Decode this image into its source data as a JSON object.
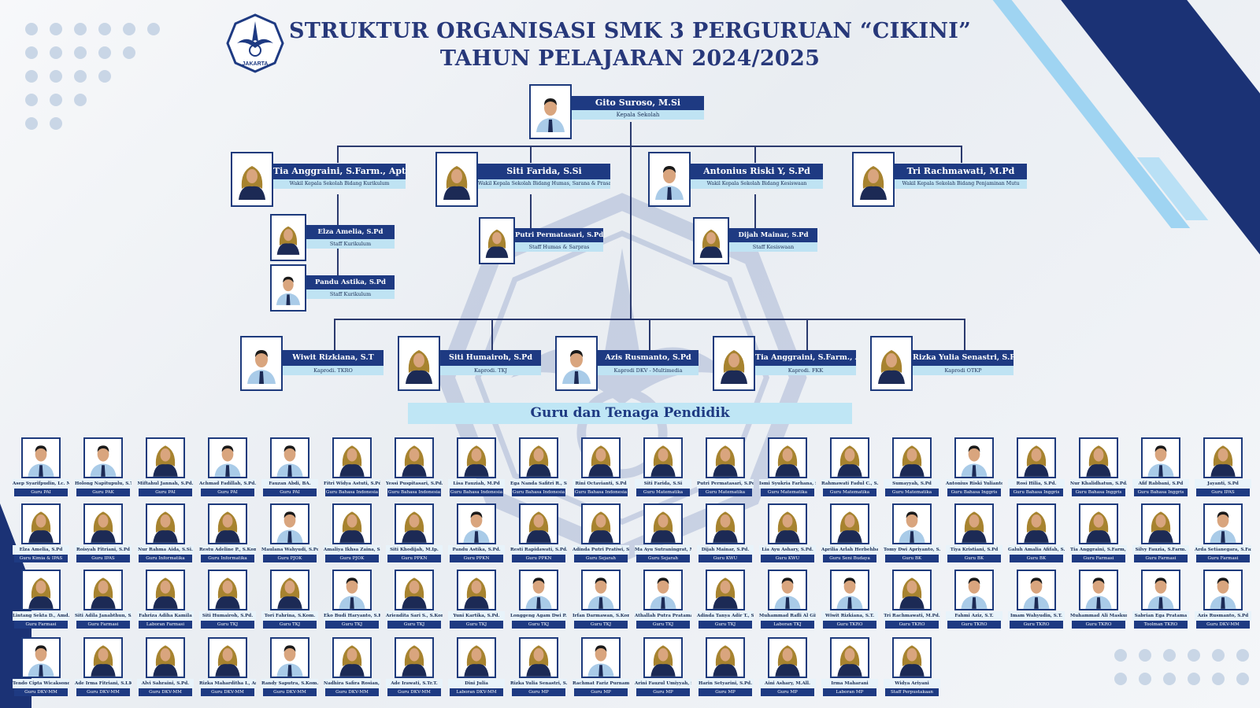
{
  "header": {
    "title_line1": "STRUKTUR ORGANISASI SMK 3 PERGURUAN “CIKINI”",
    "title_line2": "TAHUN PELAJARAN 2024/2025",
    "logo_text": "JAKARTA"
  },
  "colors": {
    "navy": "#1e3a82",
    "light_blue": "#bfe3f3",
    "title": "#27387a"
  },
  "headmaster": {
    "name": "Gito Suroso, M.Si",
    "role": "Kepala Sekolah"
  },
  "vice_principals": [
    {
      "name": "Tia Anggraini, S.Farm., Apt",
      "role": "Wakil Kepala Sekolah Bidang Kurikulum"
    },
    {
      "name": "Siti Farida, S.Si",
      "role": "Wakil Kepala Sekolah Bidang Humas, Sarana & Prasarana"
    },
    {
      "name": "Antonius Riski Y, S.Pd",
      "role": "Wakil Kepala Sekolah Bidang Kesiswaan"
    },
    {
      "name": "Tri Rachmawati, M.Pd",
      "role": "Wakil Kepala Sekolah Bidang Penjaminan Mutu"
    }
  ],
  "staff": [
    {
      "name": "Elza Amelia, S.Pd",
      "role": "Staff Kurikulum"
    },
    {
      "name": "Pandu Astika, S.Pd",
      "role": "Staff Kurikulum"
    },
    {
      "name": "Putri Permatasari, S.Pd",
      "role": "Staff Humas & Sarpras"
    },
    {
      "name": "Dijah Mainar, S.Pd",
      "role": "Staff Kesiswaan"
    }
  ],
  "kaprodi": [
    {
      "name": "Wiwit Rizkiana, S.T",
      "role": "Kaprodi. TKRO"
    },
    {
      "name": "Siti Humairoh, S.Pd",
      "role": "Kaprodi. TKJ"
    },
    {
      "name": "Azis Rusmanto, S.Pd",
      "role": "Kaprodi DKV - Multimedia"
    },
    {
      "name": "Tia Anggraini, S.Farm., Apt",
      "role": "Kaprodi. FKK"
    },
    {
      "name": "Rizka Yulia Senastri, S.Pd.",
      "role": "Kaprodi OTKP"
    }
  ],
  "teachers_banner": "Guru dan Tenaga Pendidik",
  "teachers": [
    {
      "name": "Asep Syarifpudin, Lc. M.Ag.",
      "role": "Guru PAI",
      "g": "m"
    },
    {
      "name": "Holong Napitupulu, S.Th.",
      "role": "Guru PAK",
      "g": "m"
    },
    {
      "name": "Miftahul Jannah, S.Pd.",
      "role": "Guru PAI",
      "g": "f"
    },
    {
      "name": "Achmad Fadillah, S.Pd.",
      "role": "Guru PAI",
      "g": "m"
    },
    {
      "name": "Fauzan Abdi, BA.",
      "role": "Guru PAI",
      "g": "m"
    },
    {
      "name": "Fitri Widya Astuti, S.Pd.",
      "role": "Guru Bahasa Indonesia",
      "g": "f"
    },
    {
      "name": "Yessi Puspitasari, S.Pd.",
      "role": "Guru Bahasa Indonesia",
      "g": "f"
    },
    {
      "name": "Lisa Fauziah, M.Pd",
      "role": "Guru Bahasa Indonesia",
      "g": "f"
    },
    {
      "name": "Ega Nanda Safitri R., S.Pd.",
      "role": "Guru Bahasa Indonesia",
      "g": "f"
    },
    {
      "name": "Rini Octavianti, S.Pd",
      "role": "Guru Bahasa Indonesia",
      "g": "f"
    },
    {
      "name": "Siti Farida, S.Si",
      "role": "Guru Matematika",
      "g": "f"
    },
    {
      "name": "Putri Permatasari, S.Pd",
      "role": "Guru Matematika",
      "g": "f"
    },
    {
      "name": "Ismi Syukria Farhana, S.Pd",
      "role": "Guru Matematika",
      "g": "f"
    },
    {
      "name": "Rahmawati Fadul C., S.Pd",
      "role": "Guru Matematika",
      "g": "f"
    },
    {
      "name": "Sumayyah, S.Pd",
      "role": "Guru Matematika",
      "g": "f"
    },
    {
      "name": "Antonius Riski Yulianto, S.Pd",
      "role": "Guru Bahasa Inggris",
      "g": "m"
    },
    {
      "name": "Rosi Hilia, S.Pd.",
      "role": "Guru Bahasa Inggris",
      "g": "f"
    },
    {
      "name": "Nur Khalidhatun, S.Pd.",
      "role": "Guru Bahasa Inggris",
      "g": "f"
    },
    {
      "name": "Afif Rabbani, S.Pd",
      "role": "Guru Bahasa Inggris",
      "g": "m"
    },
    {
      "name": "Jayanti, S.Pd",
      "role": "Guru IPAS",
      "g": "f"
    },
    {
      "name": "Elza Amelia, S.Pd",
      "role": "Guru Kimia & IPAS",
      "g": "f"
    },
    {
      "name": "Roisyah Fitriani, S.Pd",
      "role": "Guru IPAS",
      "g": "f"
    },
    {
      "name": "Nur Rahma Aida, S.Si.",
      "role": "Guru Informatika",
      "g": "f"
    },
    {
      "name": "Restu Adeline P., S.Kom.",
      "role": "Guru Informatika",
      "g": "f"
    },
    {
      "name": "Maulana Wahyudi, S.Pd.",
      "role": "Guru PJOK",
      "g": "m"
    },
    {
      "name": "Amaliya Ikhsa Zaina, S.Or.",
      "role": "Guru PJOK",
      "g": "f"
    },
    {
      "name": "Siti Khodijah, M.Ip.",
      "role": "Guru PPKN",
      "g": "f"
    },
    {
      "name": "Pandu Astika, S.Pd.",
      "role": "Guru PPKN",
      "g": "m"
    },
    {
      "name": "Resti Rapidawati, S.Pd.",
      "role": "Guru PPKN",
      "g": "f"
    },
    {
      "name": "Adinda Putri Pratiwi, S.Pd.",
      "role": "Guru Sejarah",
      "g": "f"
    },
    {
      "name": "Ma Ayu Sutraningrat, M.M.",
      "role": "Guru Sejarah",
      "g": "f"
    },
    {
      "name": "Dijah Mainar, S.Pd.",
      "role": "Guru KWU",
      "g": "f"
    },
    {
      "name": "Lia Ayu Ashary, S.Pd.",
      "role": "Guru KWU",
      "g": "f"
    },
    {
      "name": "Aprilia Arlah Herbehban, S.Pd.",
      "role": "Guru Seni Budaya",
      "g": "f"
    },
    {
      "name": "Tomy Dwi Apriyanto, S.Pd",
      "role": "Guru BK",
      "g": "m"
    },
    {
      "name": "Tiya Kristiani, S.Pd",
      "role": "Guru BK",
      "g": "f"
    },
    {
      "name": "Galuh Amalia Afifah, S.Pd.",
      "role": "Guru BK",
      "g": "f"
    },
    {
      "name": "Tia Anggraini, S.Farm, Apt.",
      "role": "Guru Farmasi",
      "g": "f"
    },
    {
      "name": "Silvy Fauzia, S.Farm.",
      "role": "Guru Farmasi",
      "g": "f"
    },
    {
      "name": "Arda Setianegara, S.Farm.",
      "role": "Guru Farmasi",
      "g": "m"
    },
    {
      "name": "Lintang Sekta D., Amd. Farm.",
      "role": "Guru Farmasi",
      "g": "f"
    },
    {
      "name": "Siti Adila Janabthun, S.Farm.",
      "role": "Guru Farmasi",
      "g": "f"
    },
    {
      "name": "Fahriza Adiha Kamila",
      "role": "Laboran Farmasi",
      "g": "f"
    },
    {
      "name": "Siti Humairoh, S.Pd.",
      "role": "Guru TKJ",
      "g": "f"
    },
    {
      "name": "Tori Fahrina, S.Kom.",
      "role": "Guru TKJ",
      "g": "f"
    },
    {
      "name": "Eko Budi Haryanto, S.Kom.",
      "role": "Guru TKJ",
      "g": "m"
    },
    {
      "name": "Ariendita Sari S., S.Kom.",
      "role": "Guru TKJ",
      "g": "f"
    },
    {
      "name": "Yuni Kartika, S.Pd.",
      "role": "Guru TKJ",
      "g": "f"
    },
    {
      "name": "Longgeng Agam Dwi P., S.Kom.",
      "role": "Guru TKJ",
      "g": "m"
    },
    {
      "name": "Irfan Darmawan, S.Kom.",
      "role": "Guru TKJ",
      "g": "m"
    },
    {
      "name": "Athallah Putra Pratama, S.Kom.",
      "role": "Guru TKJ",
      "g": "m"
    },
    {
      "name": "Adinda Tanya Adir T., S.Kom.",
      "role": "Guru TKJ",
      "g": "f"
    },
    {
      "name": "Muhammad Rafli Al Gifari",
      "role": "Laboran TKJ",
      "g": "m"
    },
    {
      "name": "Wiwit Rizkiana, S.T.",
      "role": "Guru TKRO",
      "g": "m"
    },
    {
      "name": "Tri Rachmawati, M.Pd.",
      "role": "Guru TKRO",
      "g": "f"
    },
    {
      "name": "Fahmi Aziz, S.T.",
      "role": "Guru TKRO",
      "g": "m"
    },
    {
      "name": "Imam Wahyudin, S.T.",
      "role": "Guru TKRO",
      "g": "m"
    },
    {
      "name": "Muhammad Ali Maskur",
      "role": "Guru TKRO",
      "g": "m"
    },
    {
      "name": "Sabrian Ega Pratama",
      "role": "Toolman TKRO",
      "g": "m"
    },
    {
      "name": "Azis Rusmanto, S.Pd",
      "role": "Guru DKV-MM",
      "g": "m"
    },
    {
      "name": "Tendo Cipta Wicaksono, S.Sn",
      "role": "Guru DKV-MM",
      "g": "m"
    },
    {
      "name": "Ade Irma Fitriani, S.I.Kom.",
      "role": "Guru DKV-MM",
      "g": "f"
    },
    {
      "name": "Alvi Sahraini, S.Pd.",
      "role": "Guru DKV-MM",
      "g": "f"
    },
    {
      "name": "Rizka Maharditha I., Amd.",
      "role": "Guru DKV-MM",
      "g": "f"
    },
    {
      "name": "Randy Saputra, S.Kom.",
      "role": "Guru DKV-MM",
      "g": "m"
    },
    {
      "name": "Nadhira Safira Rosian, Amd.",
      "role": "Guru DKV-MM",
      "g": "f"
    },
    {
      "name": "Ade Irawati, S.Tr.T.",
      "role": "Guru DKV-MM",
      "g": "f"
    },
    {
      "name": "Dini Julia",
      "role": "Laboran DKV-MM",
      "g": "f"
    },
    {
      "name": "Rizka Yulia Senastri, S.Pd.",
      "role": "Guru MP",
      "g": "f"
    },
    {
      "name": "Rachmat Fariz Purnama, S.Pd.",
      "role": "Guru MP",
      "g": "m"
    },
    {
      "name": "Arini Fauzul Umiyyah, S.Pd.",
      "role": "Guru MP",
      "g": "f"
    },
    {
      "name": "Harin Setyarini, S.Pd.",
      "role": "Guru MP",
      "g": "f"
    },
    {
      "name": "Aini Ashary, M.All.",
      "role": "Guru MP",
      "g": "f"
    },
    {
      "name": "Irma Maharani",
      "role": "Laboran MP",
      "g": "f"
    },
    {
      "name": "Widya Ariyani",
      "role": "Staff Perpustakaan",
      "g": "f"
    }
  ]
}
